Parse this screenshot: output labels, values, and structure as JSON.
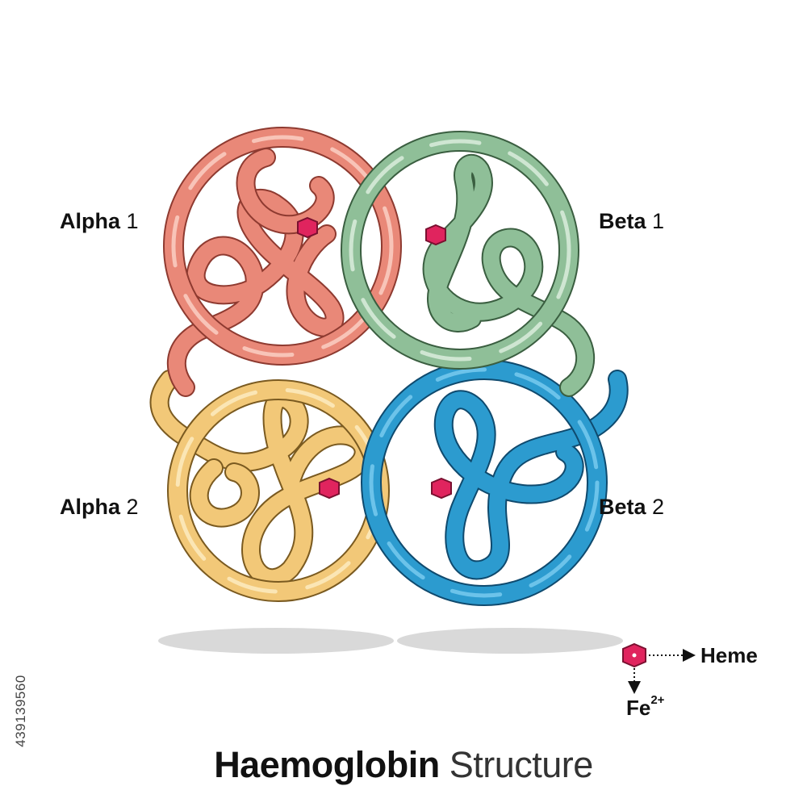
{
  "subunits": [
    {
      "id": "a1",
      "name": "Alpha",
      "number": "1",
      "color": "#e98878"
    },
    {
      "id": "b1",
      "name": "Beta",
      "number": "1",
      "color": "#8fbf98"
    },
    {
      "id": "a2",
      "name": "Alpha",
      "number": "2",
      "color": "#f2c878"
    },
    {
      "id": "b2",
      "name": "Beta",
      "number": "2",
      "color": "#2c9bcf"
    }
  ],
  "legend": {
    "heme_label": "Heme",
    "fe_label": "Fe",
    "fe_charge": "2+",
    "heme_color": "#e0245e"
  },
  "title": {
    "bold": "Haemoglobin",
    "regular": "Structure"
  },
  "watermark_id": "439139560"
}
